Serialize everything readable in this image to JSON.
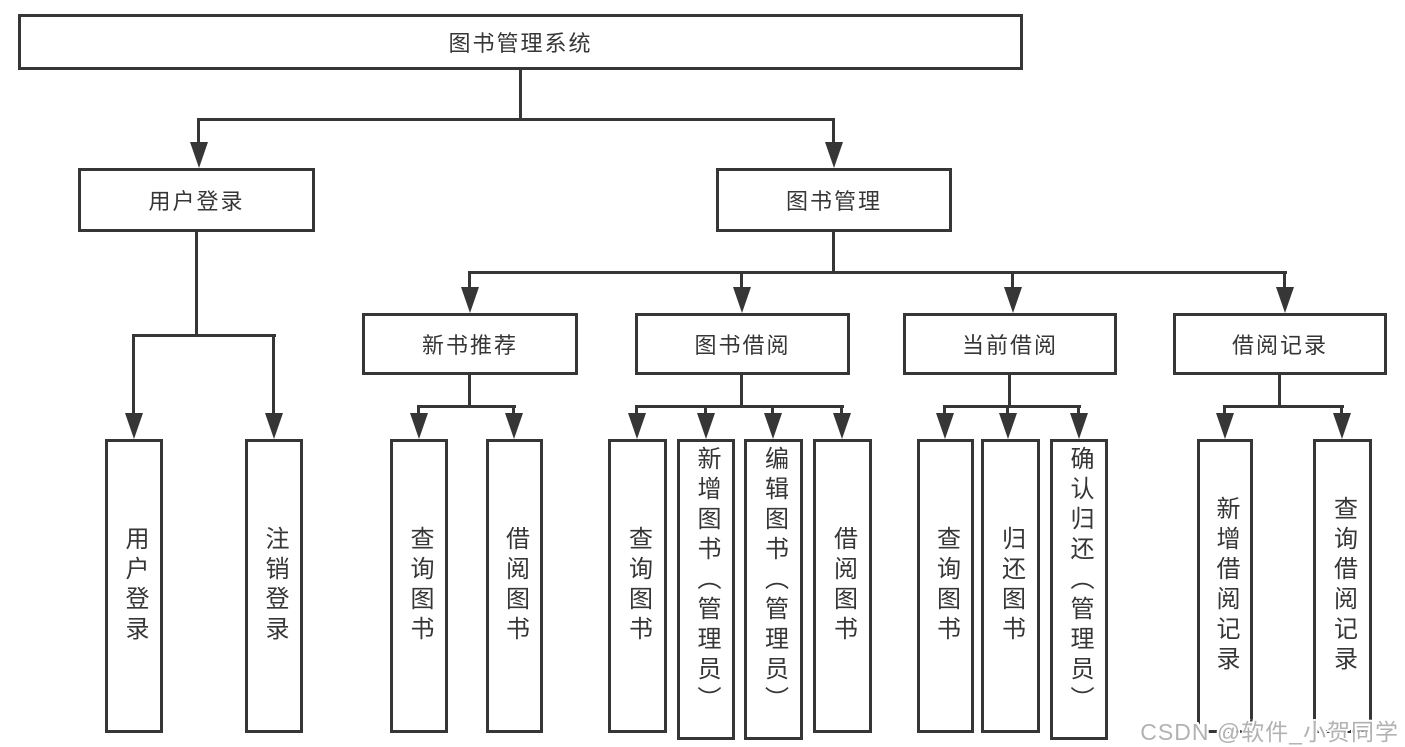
{
  "colors": {
    "line": "#363636",
    "background": "#ffffff",
    "watermark": "#b2b2b2"
  },
  "watermark": {
    "text": "CSDN @软件_小贺同学"
  },
  "tree": {
    "label": "图书管理系统",
    "children": [
      {
        "label": "用户登录",
        "children": [
          {
            "label": "用户登录"
          },
          {
            "label": "注销登录"
          }
        ]
      },
      {
        "label": "图书管理",
        "children": [
          {
            "label": "新书推荐",
            "children": [
              {
                "label": "查询图书"
              },
              {
                "label": "借阅图书"
              }
            ]
          },
          {
            "label": "图书借阅",
            "children": [
              {
                "label": "查询图书"
              },
              {
                "label": "新增图书（管理员）"
              },
              {
                "label": "编辑图书（管理员）"
              },
              {
                "label": "借阅图书"
              }
            ]
          },
          {
            "label": "当前借阅",
            "children": [
              {
                "label": "查询图书"
              },
              {
                "label": "归还图书"
              },
              {
                "label": "确认归还（管理员）"
              }
            ]
          },
          {
            "label": "借阅记录",
            "children": [
              {
                "label": "新增借阅记录"
              },
              {
                "label": "查询借阅记录"
              }
            ]
          }
        ]
      }
    ]
  }
}
